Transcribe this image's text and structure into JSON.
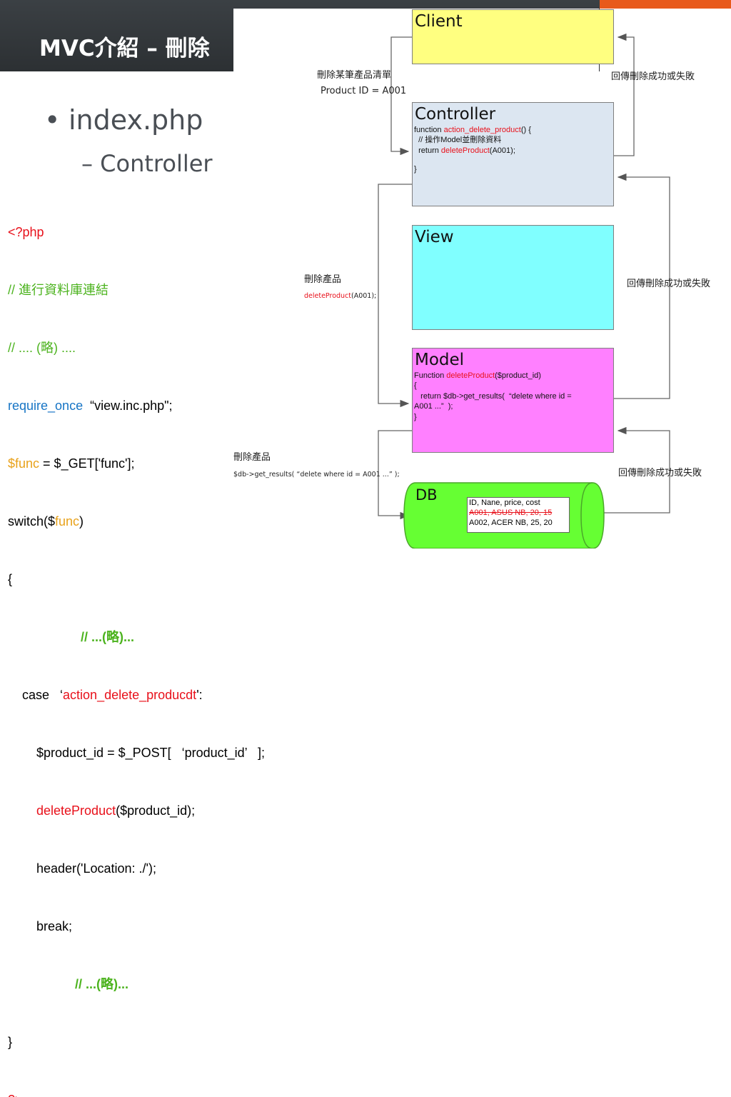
{
  "slide": {
    "title": "MVC介紹 – 刪除",
    "bullet": "index.php",
    "sub_bullet": "– Controller"
  },
  "code": {
    "l1": "<?php",
    "l2": "// 進行資料庫連結",
    "l3": "// .... (略) ....",
    "l4_a": "require_once",
    "l4_b": "  “view.inc.php\";",
    "l5_a": "$func",
    "l5_b": " = $_GET['func'];",
    "l6_a": "switch($",
    "l6_b": "func",
    "l6_c": ")",
    "l7": "{",
    "l8": "// ...(略)...",
    "l9_a": "case   ‘",
    "l9_b": "action_delete_producdt",
    "l9_c": "':",
    "l10": "$product_id = $_POST[   ‘product_id’   ];",
    "l11_a": "deleteProduct",
    "l11_b": "($product_id);",
    "l12": "header('Location: ./');",
    "l13": "break;",
    "l14": "// ...(略)...",
    "l15": "}",
    "l16": "?>"
  },
  "diagram": {
    "client": {
      "title": "Client",
      "color": "#ffff80"
    },
    "controller": {
      "title": "Controller",
      "color": "#dce6f1",
      "c1_a": "function ",
      "c1_b": "action_delete_product",
      "c1_c": "() {",
      "c2": "  // 操作Model並刪除資料",
      "c3_a": "  return ",
      "c3_b": "deleteProduct",
      "c3_c": "(A001);",
      "c4": "}"
    },
    "view": {
      "title": "View",
      "color": "#80ffff"
    },
    "model": {
      "title": "Model",
      "color": "#ff80ff",
      "m1_a": "Function ",
      "m1_b": "deleteProduct",
      "m1_c": "($product_id)",
      "m2": "{",
      "m3": "   return $db->get_results(  “delete where id =",
      "m4": "A001 ...”  );",
      "m5": "}"
    },
    "db": {
      "title": "DB",
      "color": "#66ff33",
      "rows": [
        "ID, Nane, price, cost",
        "A001, ASUS NB, 20, 15",
        "A002, ACER NB, 25, 20"
      ]
    },
    "labels": {
      "client_to_controller_1": "刪除某筆產品清單",
      "client_to_controller_2": "Product ID = A001",
      "controller_to_client": "回傳刪除成功或失敗",
      "controller_to_model_1": "刪除產品",
      "controller_to_model_2_a": "deleteProduct",
      "controller_to_model_2_b": "(A001);",
      "model_to_controller": "回傳刪除成功或失敗",
      "model_to_db_1": "刪除產品",
      "model_to_db_2": "$db->get_results(  “delete where id = A001 ...”  );",
      "db_to_model": "回傳刪除成功或失敗"
    }
  }
}
